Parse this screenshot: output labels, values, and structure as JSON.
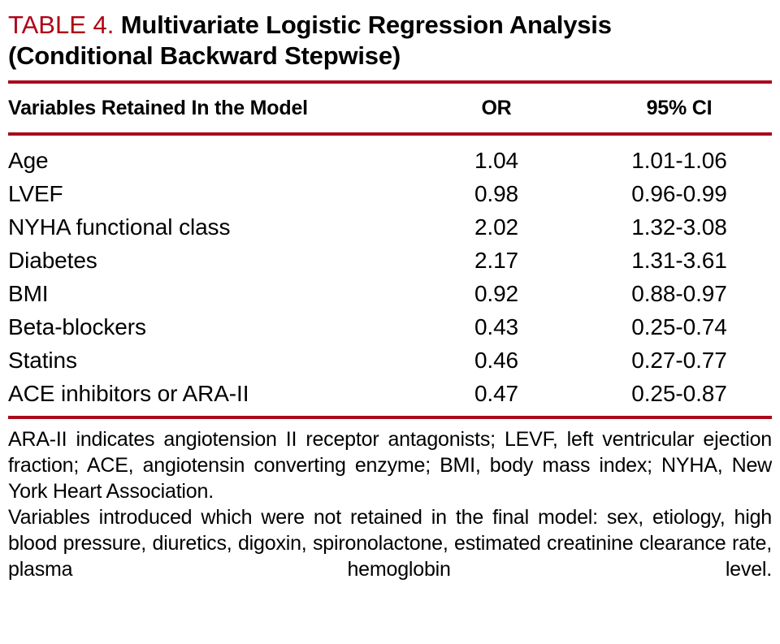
{
  "title": {
    "number": "TABLE 4.",
    "text": "Multivariate Logistic Regression Analysis (Conditional Backward Stepwise)"
  },
  "colors": {
    "rule": "#a90a1c",
    "title_number": "#b00014",
    "text": "#000000",
    "background": "#ffffff"
  },
  "table": {
    "columns": [
      "Variables Retained In the Model",
      "OR",
      "95% CI"
    ],
    "rows": [
      {
        "variable": "Age",
        "or": "1.04",
        "ci": "1.01-1.06"
      },
      {
        "variable": "LVEF",
        "or": "0.98",
        "ci": "0.96-0.99"
      },
      {
        "variable": "NYHA functional class",
        "or": "2.02",
        "ci": "1.32-3.08"
      },
      {
        "variable": "Diabetes",
        "or": "2.17",
        "ci": "1.31-3.61"
      },
      {
        "variable": "BMI",
        "or": "0.92",
        "ci": "0.88-0.97"
      },
      {
        "variable": "Beta-blockers",
        "or": "0.43",
        "ci": "0.25-0.74"
      },
      {
        "variable": "Statins",
        "or": "0.46",
        "ci": "0.27-0.77"
      },
      {
        "variable": "ACE inhibitors or ARA-II",
        "or": "0.47",
        "ci": "0.25-0.87"
      }
    ]
  },
  "footnotes": [
    "ARA-II indicates angiotension II receptor antagonists; LEVF, left ventricular ejection fraction; ACE, angiotensin converting enzyme; BMI, body mass index; NYHA, New York Heart Association.",
    "Variables introduced which were not retained in the final model: sex, etiology, high blood pressure, diuretics, digoxin, spironolactone, estimated creatinine clearance rate, plasma hemoglobin level."
  ]
}
